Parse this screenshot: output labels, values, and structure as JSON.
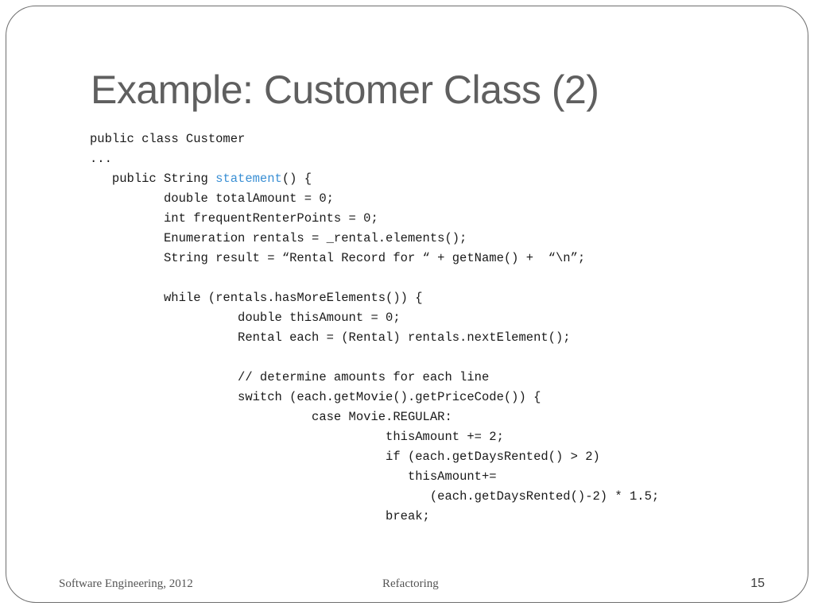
{
  "slide": {
    "title": "Example: Customer Class (2)",
    "code_lines": [
      {
        "indent": 0,
        "before": "public class Customer",
        "highlight": "",
        "after": ""
      },
      {
        "indent": 0,
        "before": "...",
        "highlight": "",
        "after": ""
      },
      {
        "indent": 3,
        "before": "public String ",
        "highlight": "statement",
        "after": "() {"
      },
      {
        "indent": 10,
        "before": "double totalAmount = 0;",
        "highlight": "",
        "after": ""
      },
      {
        "indent": 10,
        "before": "int frequentRenterPoints = 0;",
        "highlight": "",
        "after": ""
      },
      {
        "indent": 10,
        "before": "Enumeration rentals = _rental.elements();",
        "highlight": "",
        "after": ""
      },
      {
        "indent": 10,
        "before": "String result = “Rental Record for “ + getName() +  “\\n”;",
        "highlight": "",
        "after": ""
      },
      {
        "indent": 0,
        "before": "",
        "highlight": "",
        "after": ""
      },
      {
        "indent": 10,
        "before": "while (rentals.hasMoreElements()) {",
        "highlight": "",
        "after": ""
      },
      {
        "indent": 20,
        "before": "double thisAmount = 0;",
        "highlight": "",
        "after": ""
      },
      {
        "indent": 20,
        "before": "Rental each = (Rental) rentals.nextElement();",
        "highlight": "",
        "after": ""
      },
      {
        "indent": 0,
        "before": "",
        "highlight": "",
        "after": ""
      },
      {
        "indent": 20,
        "before": "// determine amounts for each line",
        "highlight": "",
        "after": ""
      },
      {
        "indent": 20,
        "before": "switch (each.getMovie().getPriceCode()) {",
        "highlight": "",
        "after": ""
      },
      {
        "indent": 30,
        "before": "case Movie.REGULAR:",
        "highlight": "",
        "after": ""
      },
      {
        "indent": 40,
        "before": "thisAmount += 2;",
        "highlight": "",
        "after": ""
      },
      {
        "indent": 40,
        "before": "if (each.getDaysRented() > 2)",
        "highlight": "",
        "after": ""
      },
      {
        "indent": 43,
        "before": "thisAmount+=",
        "highlight": "",
        "after": ""
      },
      {
        "indent": 46,
        "before": "(each.getDaysRented()-2) * 1.5;",
        "highlight": "",
        "after": ""
      },
      {
        "indent": 40,
        "before": "break;",
        "highlight": "",
        "after": ""
      }
    ]
  },
  "footer": {
    "left": "Software Engineering, 2012",
    "center": "Refactoring",
    "page_number": "15"
  },
  "colors": {
    "title": "#5f5f5f",
    "code_highlight": "#3a8fd4",
    "frame": "#6e6e6e"
  }
}
